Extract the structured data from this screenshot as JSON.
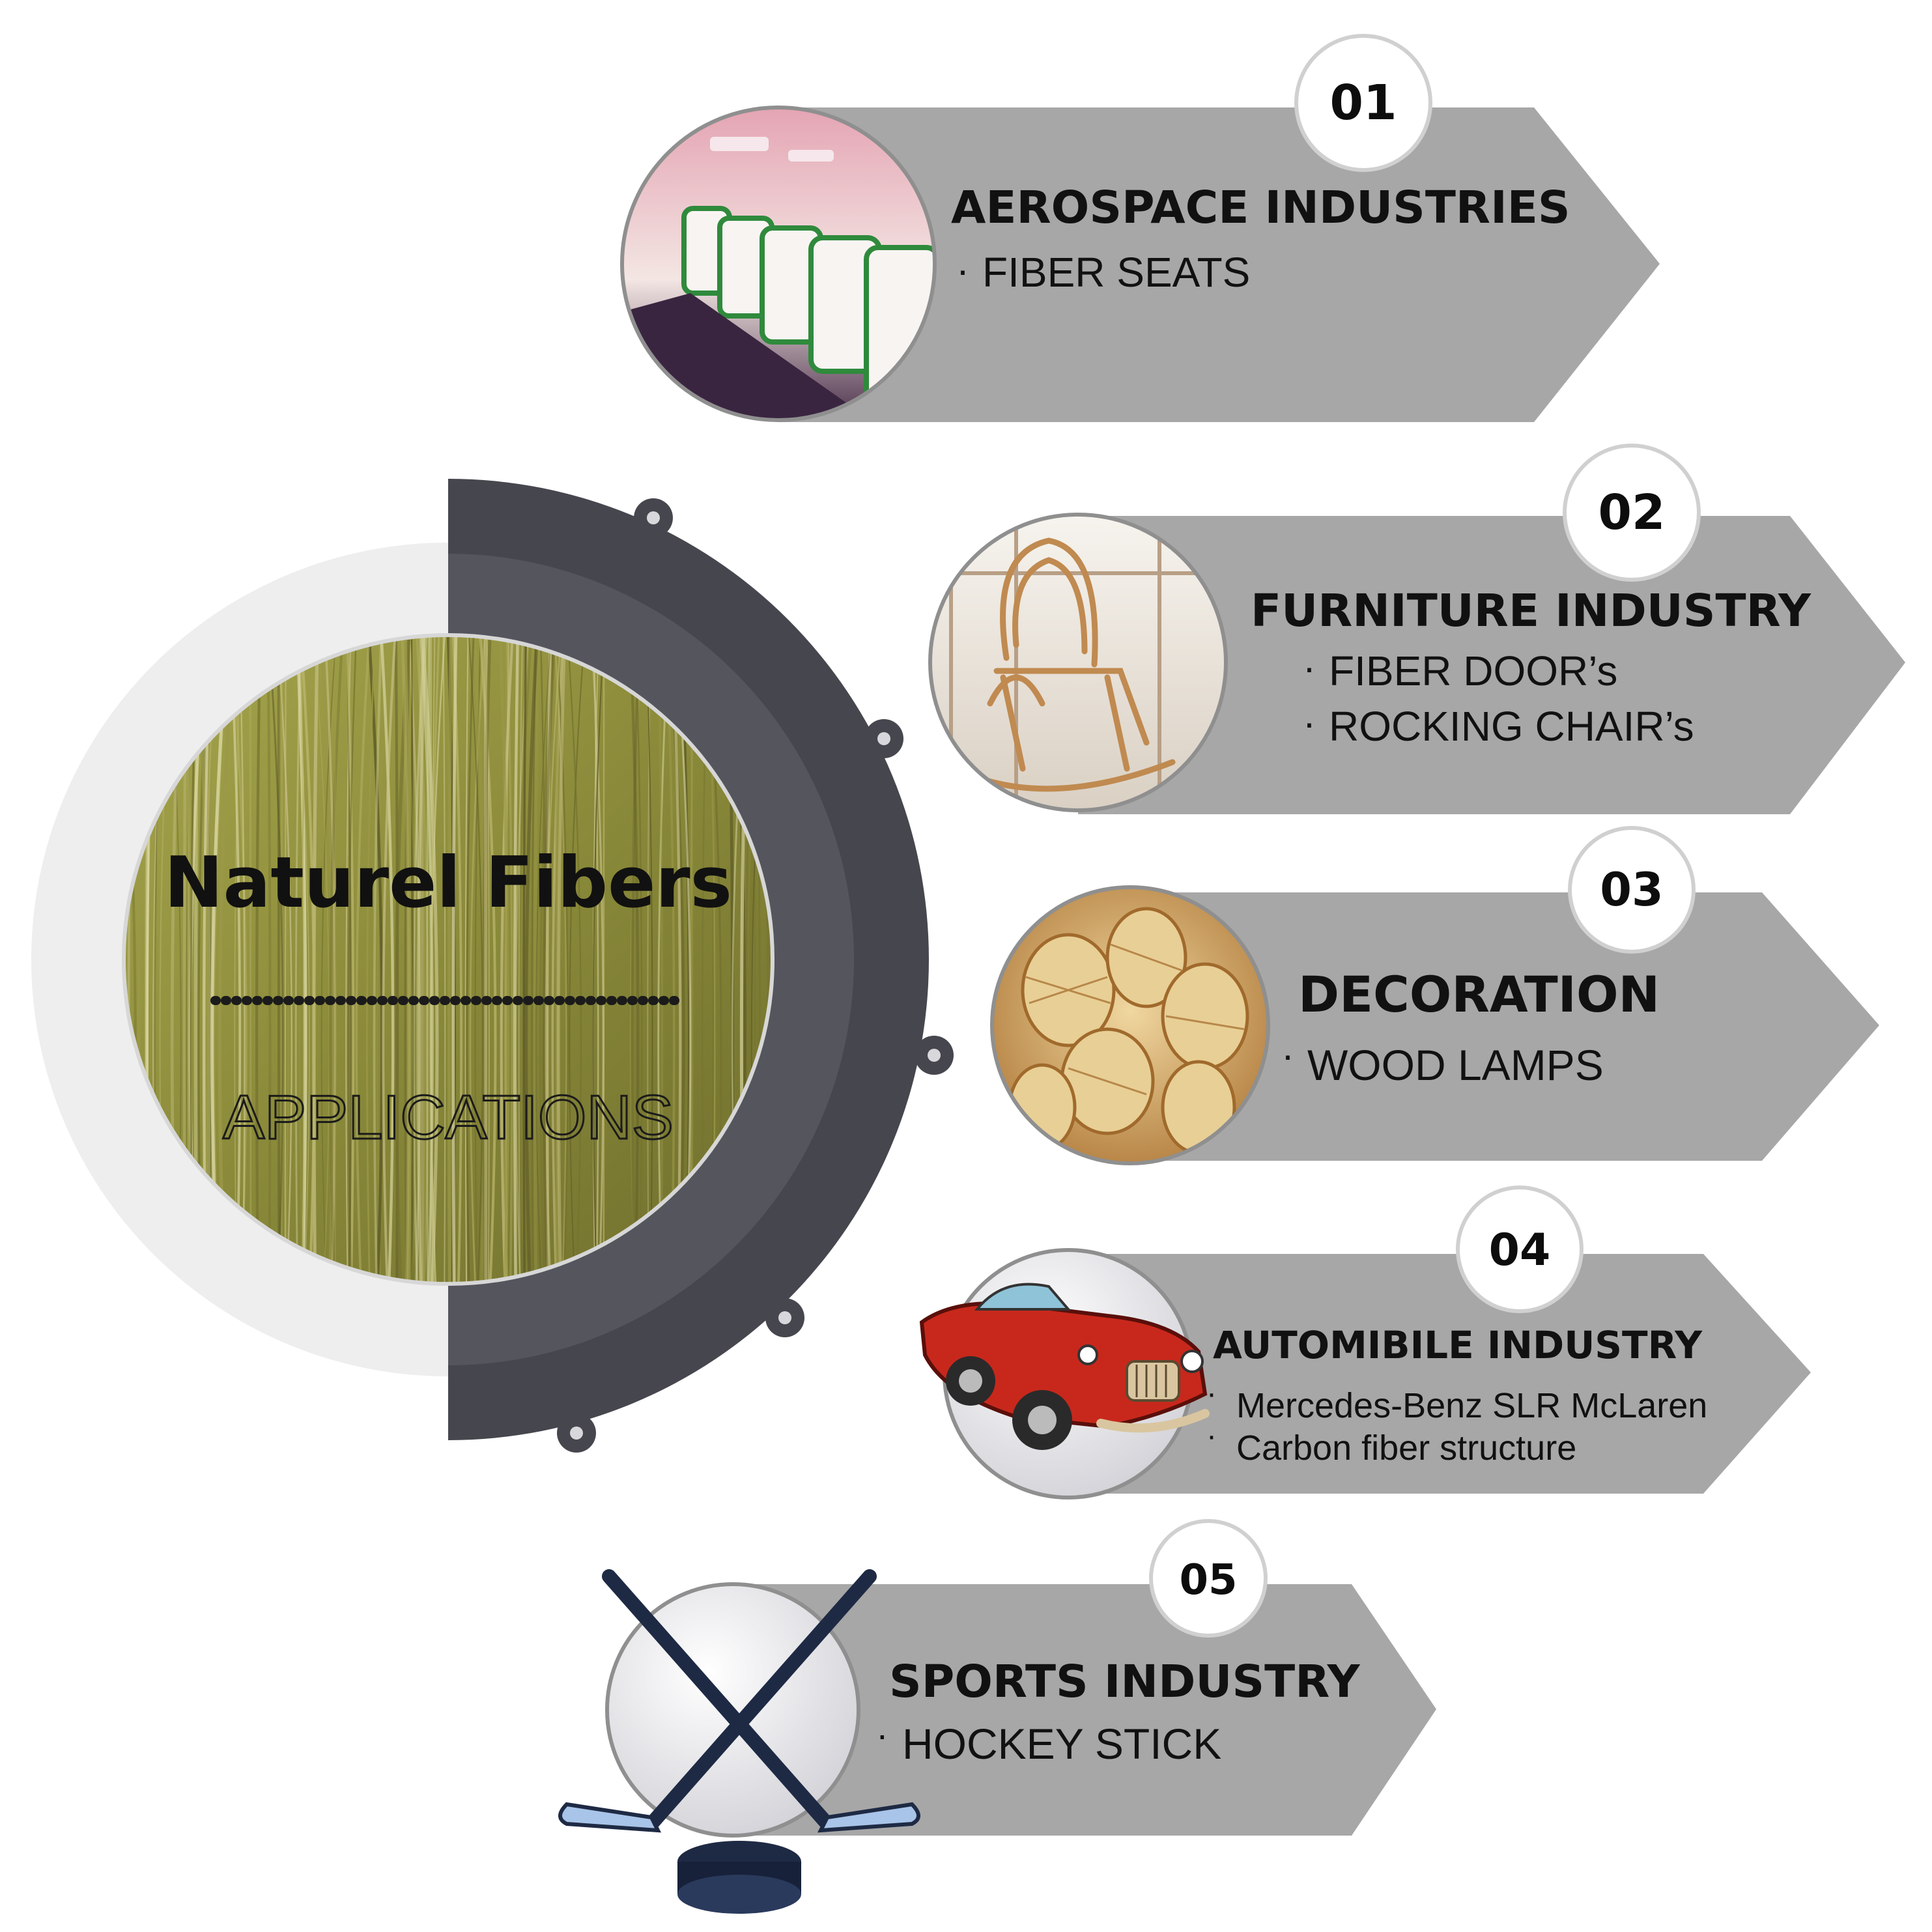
{
  "center": {
    "title": "Naturel Fibers",
    "subtitle": "APPLICATIONS"
  },
  "items": [
    {
      "number": "01",
      "title": "AEROSPACE INDUSTRIES",
      "bullets": [
        "FIBER SEATS"
      ],
      "icon": "airplane-seats-icon"
    },
    {
      "number": "02",
      "title": "FURNITURE INDUSTRY",
      "bullets": [
        "FIBER DOOR’s",
        "ROCKING CHAIR’s"
      ],
      "icon": "rocking-chair-icon"
    },
    {
      "number": "03",
      "title": "DECORATION",
      "bullets": [
        "WOOD LAMPS"
      ],
      "icon": "wicker-lamps-icon"
    },
    {
      "number": "04",
      "title": "AUTOMIBILE INDUSTRY",
      "bullets": [
        "Mercedes-Benz SLR McLaren",
        "Carbon fiber structure"
      ],
      "icon": "red-car-icon"
    },
    {
      "number": "05",
      "title": "SPORTS INDUSTRY",
      "bullets": [
        "HOCKEY STICK"
      ],
      "icon": "hockey-sticks-icon"
    }
  ],
  "colors": {
    "banner": "#a7a7a7",
    "ring_dark": "#46464e",
    "ring_mid": "#53535c",
    "ring_light": "#eeeeee",
    "fiber_base": "#8f8f3e",
    "car_red": "#c8281c",
    "stick_navy": "#1e2a44"
  }
}
